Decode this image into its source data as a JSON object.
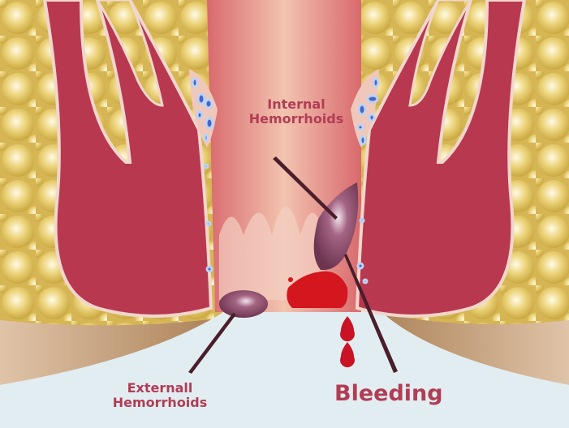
{
  "figure": {
    "subject": "Anal canal cross-section showing hemorrhoids",
    "labels": {
      "internal": [
        "Internal",
        "Hemorrhoids"
      ],
      "external": [
        "Externall",
        "Hemorrhoids"
      ],
      "bleeding": "Bleeding"
    },
    "colors": {
      "label_text": "#b13d55",
      "muscle": "#b8384f",
      "fat": "#e8cf70",
      "canal": "#efb3a6",
      "skin": "#c9a07a",
      "background": "#e2edf2",
      "hemorrhoid": "#8a4a66",
      "blood": "#d4161f",
      "pointer": "#4a1e2a"
    }
  }
}
